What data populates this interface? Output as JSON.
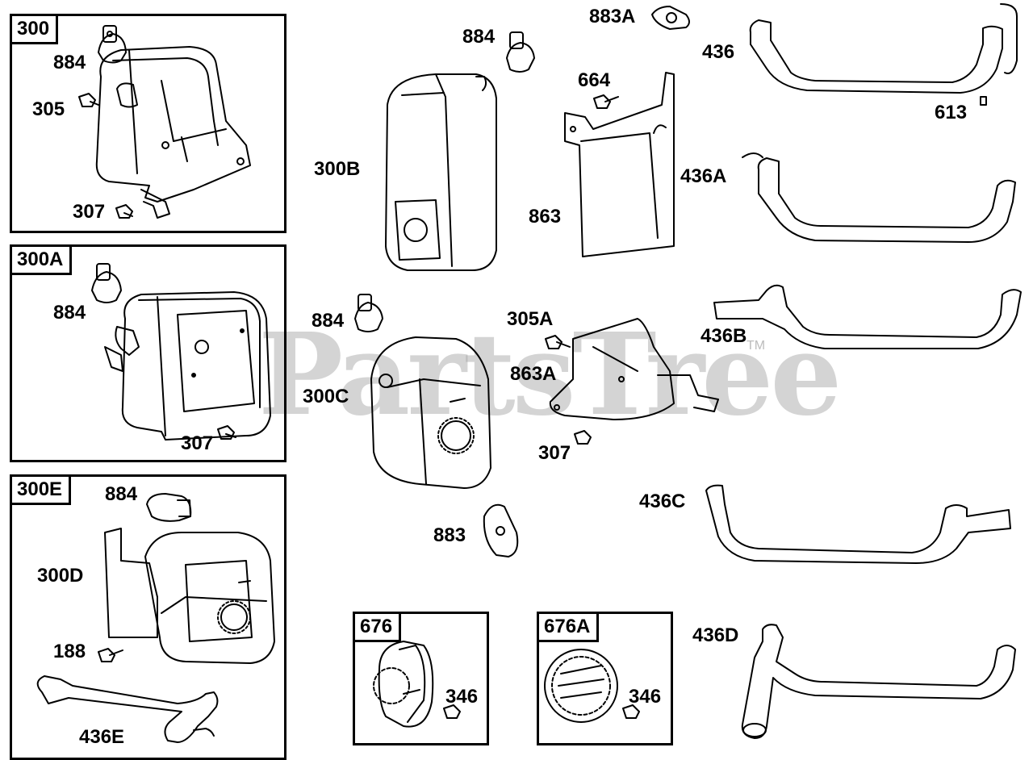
{
  "watermark": {
    "text": "PartsTree",
    "tm": "TM"
  },
  "boxes": {
    "b300": "300",
    "b300A": "300A",
    "b300E": "300E",
    "b676": "676",
    "b676A": "676A"
  },
  "labels": {
    "l884_1": "884",
    "l305_1": "305",
    "l307_1": "307",
    "l884_2": "884",
    "l307_2": "307",
    "l884_3": "884",
    "l300D": "300D",
    "l188": "188",
    "l436E": "436E",
    "l884_4": "884",
    "l300B": "300B",
    "l884_5": "884",
    "l300C": "300C",
    "l883": "883",
    "l883A": "883A",
    "l664": "664",
    "l863": "863",
    "l305A": "305A",
    "l863A": "863A",
    "l307_3": "307",
    "l346_1": "346",
    "l346_2": "346",
    "l436": "436",
    "l613": "613",
    "l436A": "436A",
    "l436B": "436B",
    "l436C": "436C",
    "l436D": "436D"
  }
}
